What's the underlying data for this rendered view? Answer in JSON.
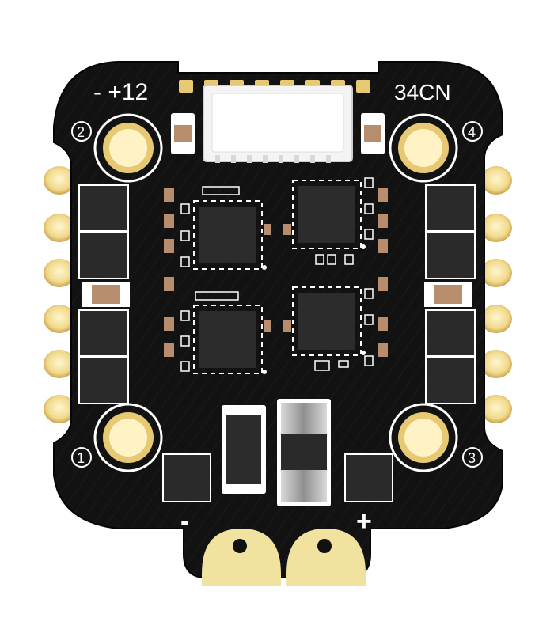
{
  "silkscreen": {
    "top_left_label": "- +12",
    "top_right_label": "34CN",
    "mount_1": "1",
    "mount_2": "2",
    "mount_3": "3",
    "mount_4": "4",
    "power_minus": "-",
    "power_plus": "+"
  },
  "colors": {
    "pcb": "#111111",
    "chip": "#2b2b2b",
    "gold": "#e7c873",
    "gold_light": "#f7eab8",
    "silk": "#ffffff",
    "cap_tan": "#b78d6e",
    "capacitor_body": "#a3a3a3"
  }
}
